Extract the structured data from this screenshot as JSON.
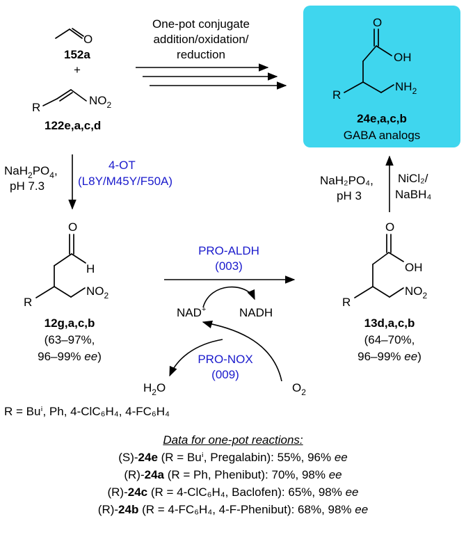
{
  "top_reaction": {
    "line1": "One-pot conjugate",
    "line2": "addition/oxidation/",
    "line3": "reduction"
  },
  "reactant_a": {
    "num": "152a",
    "plus": "+"
  },
  "reactant_b": {
    "num": "122",
    "suffix_bold": "e",
    "rest": ",a,c,d",
    "no2": "NO",
    "no2_sub": "2",
    "r": "R"
  },
  "product_top": {
    "num": "24",
    "suffix": "e,a,c,b",
    "caption": "GABA analogs",
    "o": "O",
    "oh": "OH",
    "nh": "NH",
    "nh_sub": "2",
    "r": "R"
  },
  "step1": {
    "buffer_line1": "NaH",
    "buffer_sub": "2",
    "buffer_rest": "PO",
    "buffer_sub2": "4",
    "buffer_comma": ",",
    "ph": "pH 7.3",
    "enzyme": "4-OT",
    "mutations": "(L8Y/M45Y/F50A)"
  },
  "intermediate": {
    "num": "12",
    "suffix": "g,a,c,b",
    "yield": "(63–97%,",
    "ee_value": "96–99%",
    "ee": "ee",
    "o": "O",
    "h": "H",
    "no2": "NO",
    "no2_sub": "2",
    "r": "R"
  },
  "step2": {
    "enzyme": "PRO-ALDH",
    "enzyme_id": "(003)",
    "cofactor_ox": "NAD",
    "cofactor_plus": "+",
    "cofactor_red": "NADH",
    "recycle_enzyme": "PRO-NOX",
    "recycle_id": "(009)",
    "water": "H",
    "water_sub": "2",
    "water_o": "O",
    "oxygen": "O",
    "oxygen_sub": "2"
  },
  "acid": {
    "num": "13",
    "suffix": "d,a,c,b",
    "yield": "(64–70%,",
    "ee_value": "96–99%",
    "ee": "ee",
    "o": "O",
    "oh": "OH",
    "no2": "NO",
    "no2_sub": "2",
    "r": "R"
  },
  "step3": {
    "buffer": "NaH₂PO₄,",
    "ph": "pH 3",
    "reagent1": "NiCl₂/",
    "reagent2": "NaBH₄"
  },
  "r_definition": "R = Buⁱ, Ph, 4-ClC₆H₄, 4-FC₆H₄",
  "one_pot": {
    "title": "Data for one-pot reactions:",
    "rows": [
      {
        "config": "(S)-",
        "cmpd": "24e",
        "detail": " (R = Buⁱ, Pregalabin): 55%, 96% ",
        "ee": "ee"
      },
      {
        "config": "(R)-",
        "cmpd": "24a",
        "detail": " (R = Ph, Phenibut): 70%, 98% ",
        "ee": "ee"
      },
      {
        "config": "(R)-",
        "cmpd": "24c",
        "detail": " (R = 4-ClC₆H₄, Baclofen): 65%, 98% ",
        "ee": "ee"
      },
      {
        "config": "(R)-",
        "cmpd": "24b",
        "detail": " (R = 4-FC₆H₄, 4-F-Phenibut): 68%, 98% ",
        "ee": "ee"
      }
    ]
  },
  "colors": {
    "highlight": "#3fd6ee",
    "enzyme_text": "#1a1acc"
  }
}
